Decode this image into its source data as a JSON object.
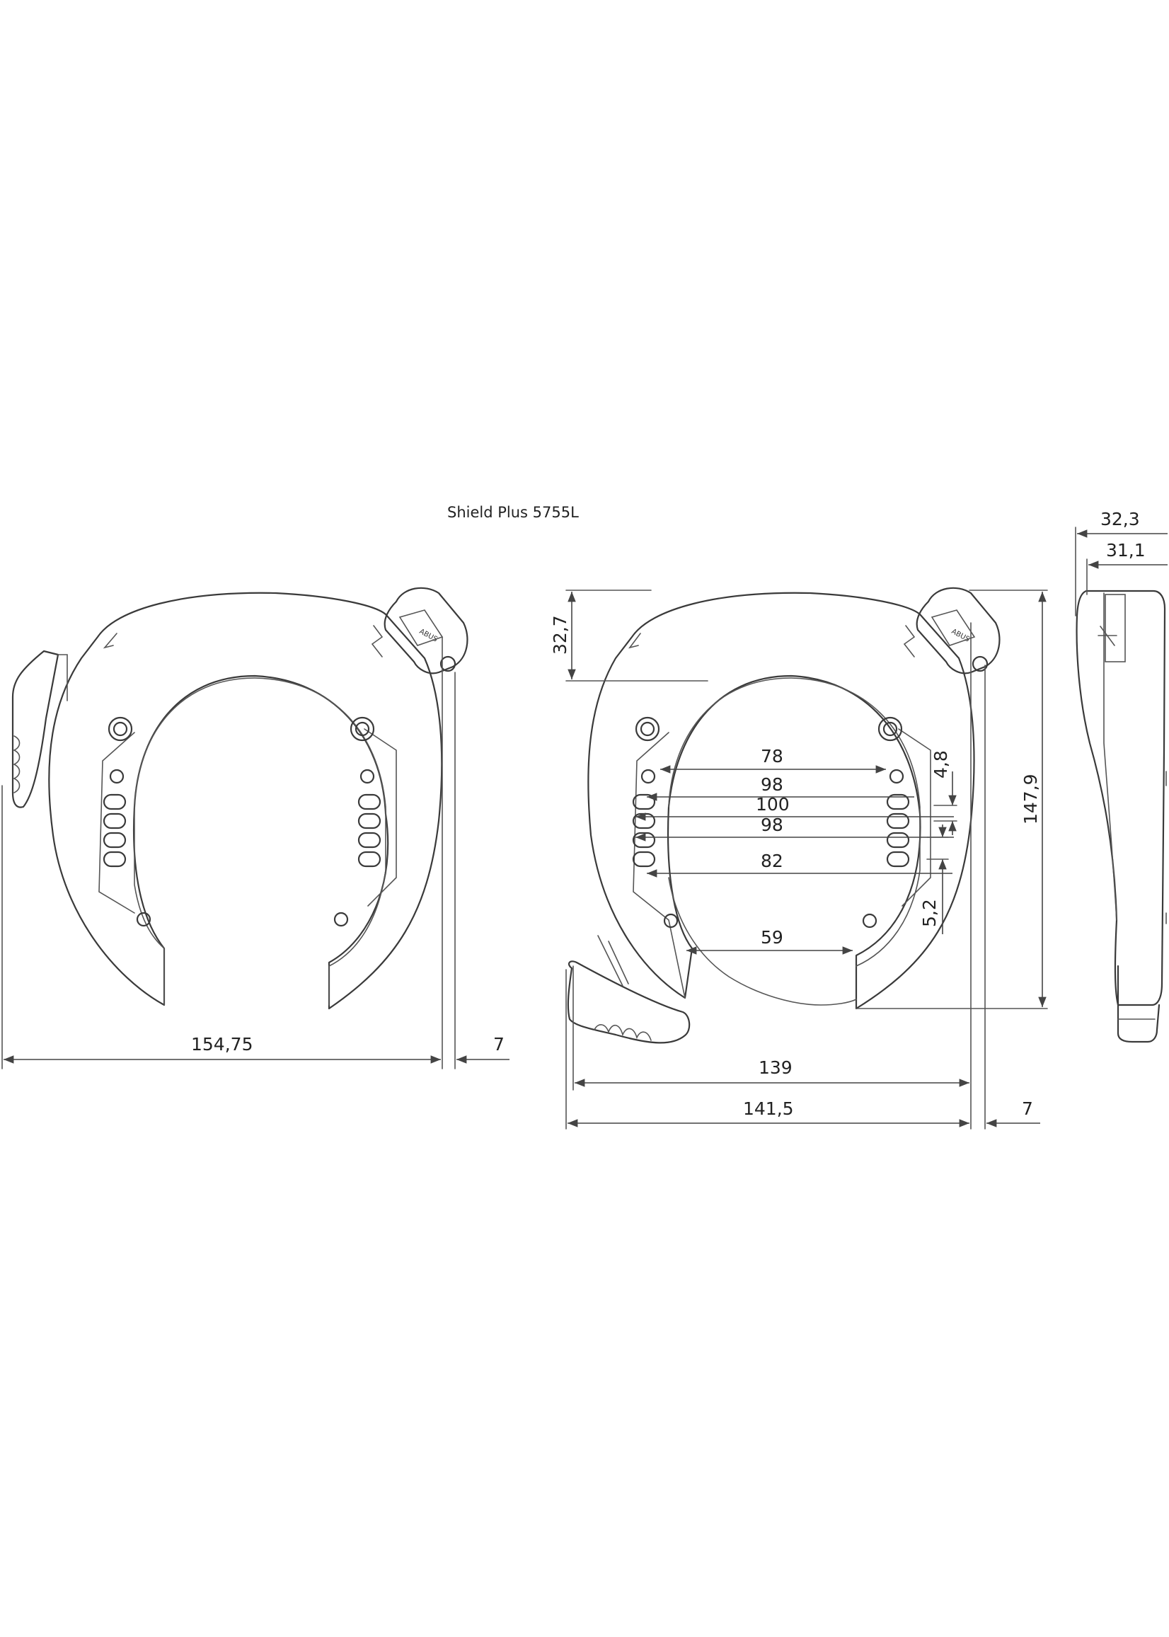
{
  "title": "Shield Plus 5755L",
  "brand_mark": "ABUS",
  "dimensions": {
    "left_view": {
      "width": "154,75",
      "offset": "7"
    },
    "front_view": {
      "height_top": "32,7",
      "height_total": "147,9",
      "inner_78": "78",
      "inner_98a": "98",
      "inner_100": "100",
      "inner_98b": "98",
      "inner_82": "82",
      "inner_59": "59",
      "spacing_4_8": "4,8",
      "spacing_5_2": "5,2",
      "width_139": "139",
      "width_141_5": "141,5",
      "offset": "7"
    },
    "side_view": {
      "depth_outer": "32,3",
      "depth_inner": "31,1"
    }
  }
}
